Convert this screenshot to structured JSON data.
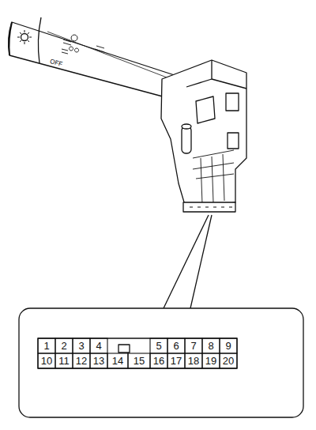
{
  "diagram": {
    "labels": [
      "OFF",
      "1",
      "2",
      "3",
      "4",
      "5",
      "6",
      "7",
      "8",
      "9",
      "10",
      "11",
      "12",
      "13",
      "14",
      "15",
      "16",
      "17",
      "18",
      "19",
      "20"
    ]
  }
}
